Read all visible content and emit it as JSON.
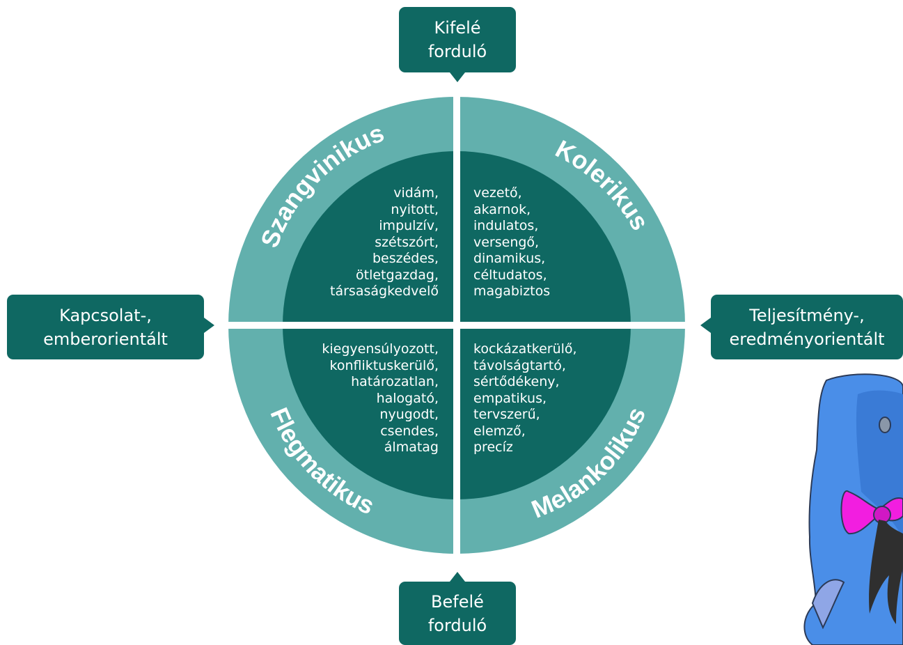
{
  "axes": {
    "top": [
      "Kifelé",
      "forduló"
    ],
    "bottom": [
      "Befelé",
      "forduló"
    ],
    "left": [
      "Kapcsolat-,",
      "emberorientált"
    ],
    "right": [
      "Teljesítmény-,",
      "eredményorientált"
    ]
  },
  "quadrants": {
    "top_left": {
      "name": "Szangvinikus",
      "traits": [
        "vidám,",
        "nyitott,",
        "impulzív,",
        "szétszórt,",
        "beszédes,",
        "ötletgazdag,",
        "társaságkedvelő"
      ]
    },
    "top_right": {
      "name": "Kolerikus",
      "traits": [
        "vezető,",
        "akarnok,",
        "indulatos,",
        "versengő,",
        "dinamikus,",
        "céltudatos,",
        "magabiztos"
      ]
    },
    "bottom_left": {
      "name": "Flegmatikus",
      "traits": [
        "kiegyensúlyozott,",
        "konfliktuskerülő,",
        "határozatlan,",
        "halogató,",
        "nyugodt,",
        "csendes,",
        "álmatag"
      ]
    },
    "bottom_right": {
      "name": "Melankolikus",
      "traits": [
        "kockázatkerülő,",
        "távolságtartó,",
        "sértődékeny,",
        "empatikus,",
        "tervszerű,",
        "elemző,",
        "precíz"
      ]
    }
  },
  "colors": {
    "outer_ring": "#62b0ad",
    "inner_circle": "#0f6862",
    "callout": "#0f6862",
    "character_body": "#4a8ee8",
    "character_bow": "#f21ee0"
  },
  "decoration": {
    "character_icon": "donkey-eeyore-icon"
  }
}
